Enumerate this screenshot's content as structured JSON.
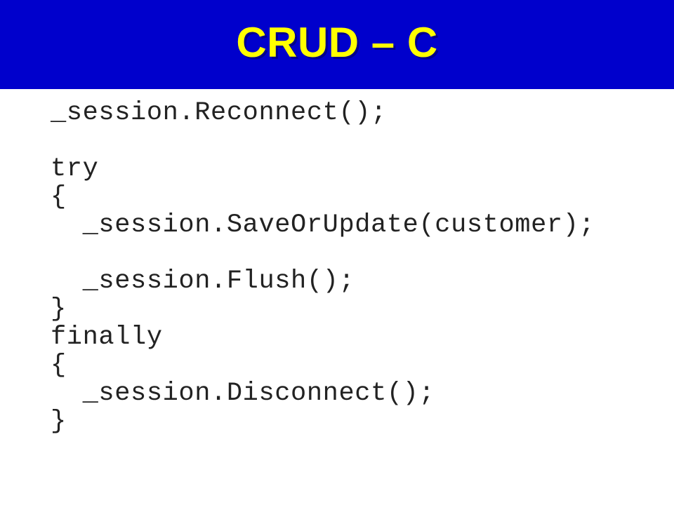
{
  "slide": {
    "title": "CRUD – C",
    "title_color": "#ffff00",
    "banner_color": "#0000cc",
    "background_color": "#ffffff",
    "code_color": "#222222"
  },
  "code": {
    "language": "csharp",
    "full_text": "_session.Reconnect();\n\ntry\n{\n  _session.SaveOrUpdate(customer);\n\n  _session.Flush();\n}\nfinally\n{\n  _session.Disconnect();\n}",
    "lines": [
      "_session.Reconnect();",
      "",
      "try",
      "{",
      "  _session.SaveOrUpdate(customer);",
      "",
      "  _session.Flush();",
      "}",
      "finally",
      "{",
      "  _session.Disconnect();",
      "}"
    ]
  }
}
